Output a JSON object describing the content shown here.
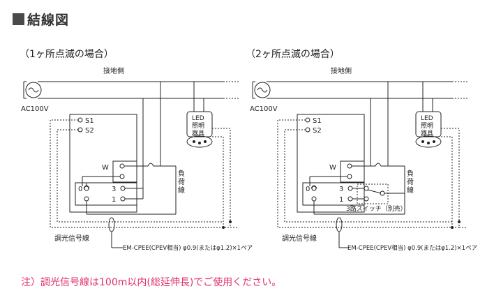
{
  "heading": "結線図",
  "note": "注）調光信号線は100m以内(総延伸長)でご使用ください。",
  "diagrams": [
    {
      "title": "（1ヶ所点滅の場合）",
      "ground": "接地側",
      "ac": "AC100V",
      "s1": "S1",
      "s2": "S2",
      "w": "W",
      "t0": "0",
      "t3": "3",
      "t1": "1",
      "load": [
        "負",
        "荷",
        "線"
      ],
      "led": [
        "LED",
        "照明",
        "器具"
      ],
      "dim": "調光信号線",
      "cable": "EM-CPEE(CPEV相当) φ0.9(またはφ1.2)×1ペア"
    },
    {
      "title": "（2ヶ所点滅の場合）",
      "ground": "接地側",
      "ac": "AC100V",
      "s1": "S1",
      "s2": "S2",
      "w": "W",
      "t0": "0",
      "t3": "3",
      "t1": "1",
      "load": [
        "負",
        "荷",
        "線"
      ],
      "led": [
        "LED",
        "照明",
        "器具"
      ],
      "dim": "調光信号線",
      "cable": "EM-CPEE(CPEV相当) φ0.9(またはφ1.2)×1ペア",
      "switch3": "3路スイッチ（別売）"
    }
  ]
}
